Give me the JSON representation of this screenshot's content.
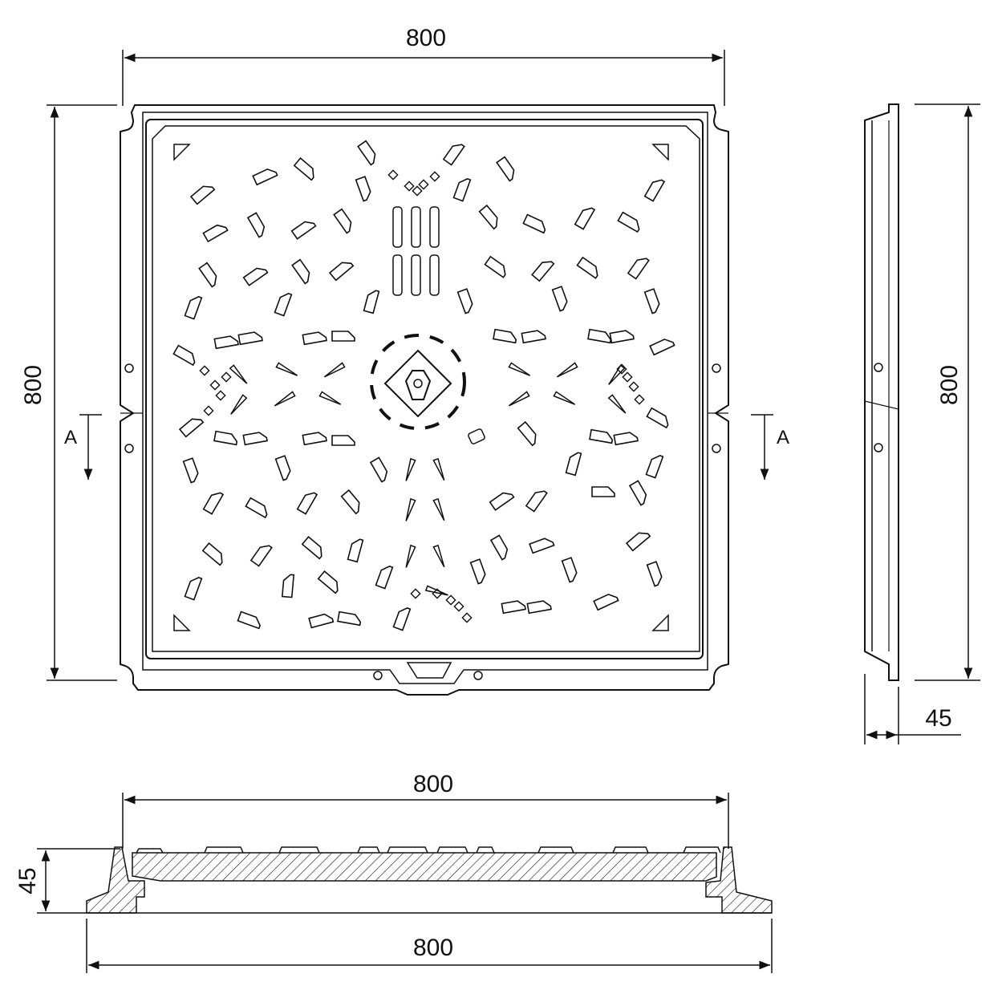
{
  "plan_view": {
    "width_label": "800",
    "height_label": "800",
    "section_marker_left": "A",
    "section_marker_right": "A"
  },
  "side_view": {
    "height_label": "800",
    "depth_label": "45"
  },
  "section_view": {
    "top_width_label": "800",
    "bottom_width_label": "800",
    "depth_label": "45"
  },
  "colors": {
    "line": "#111111",
    "background": "#ffffff"
  }
}
